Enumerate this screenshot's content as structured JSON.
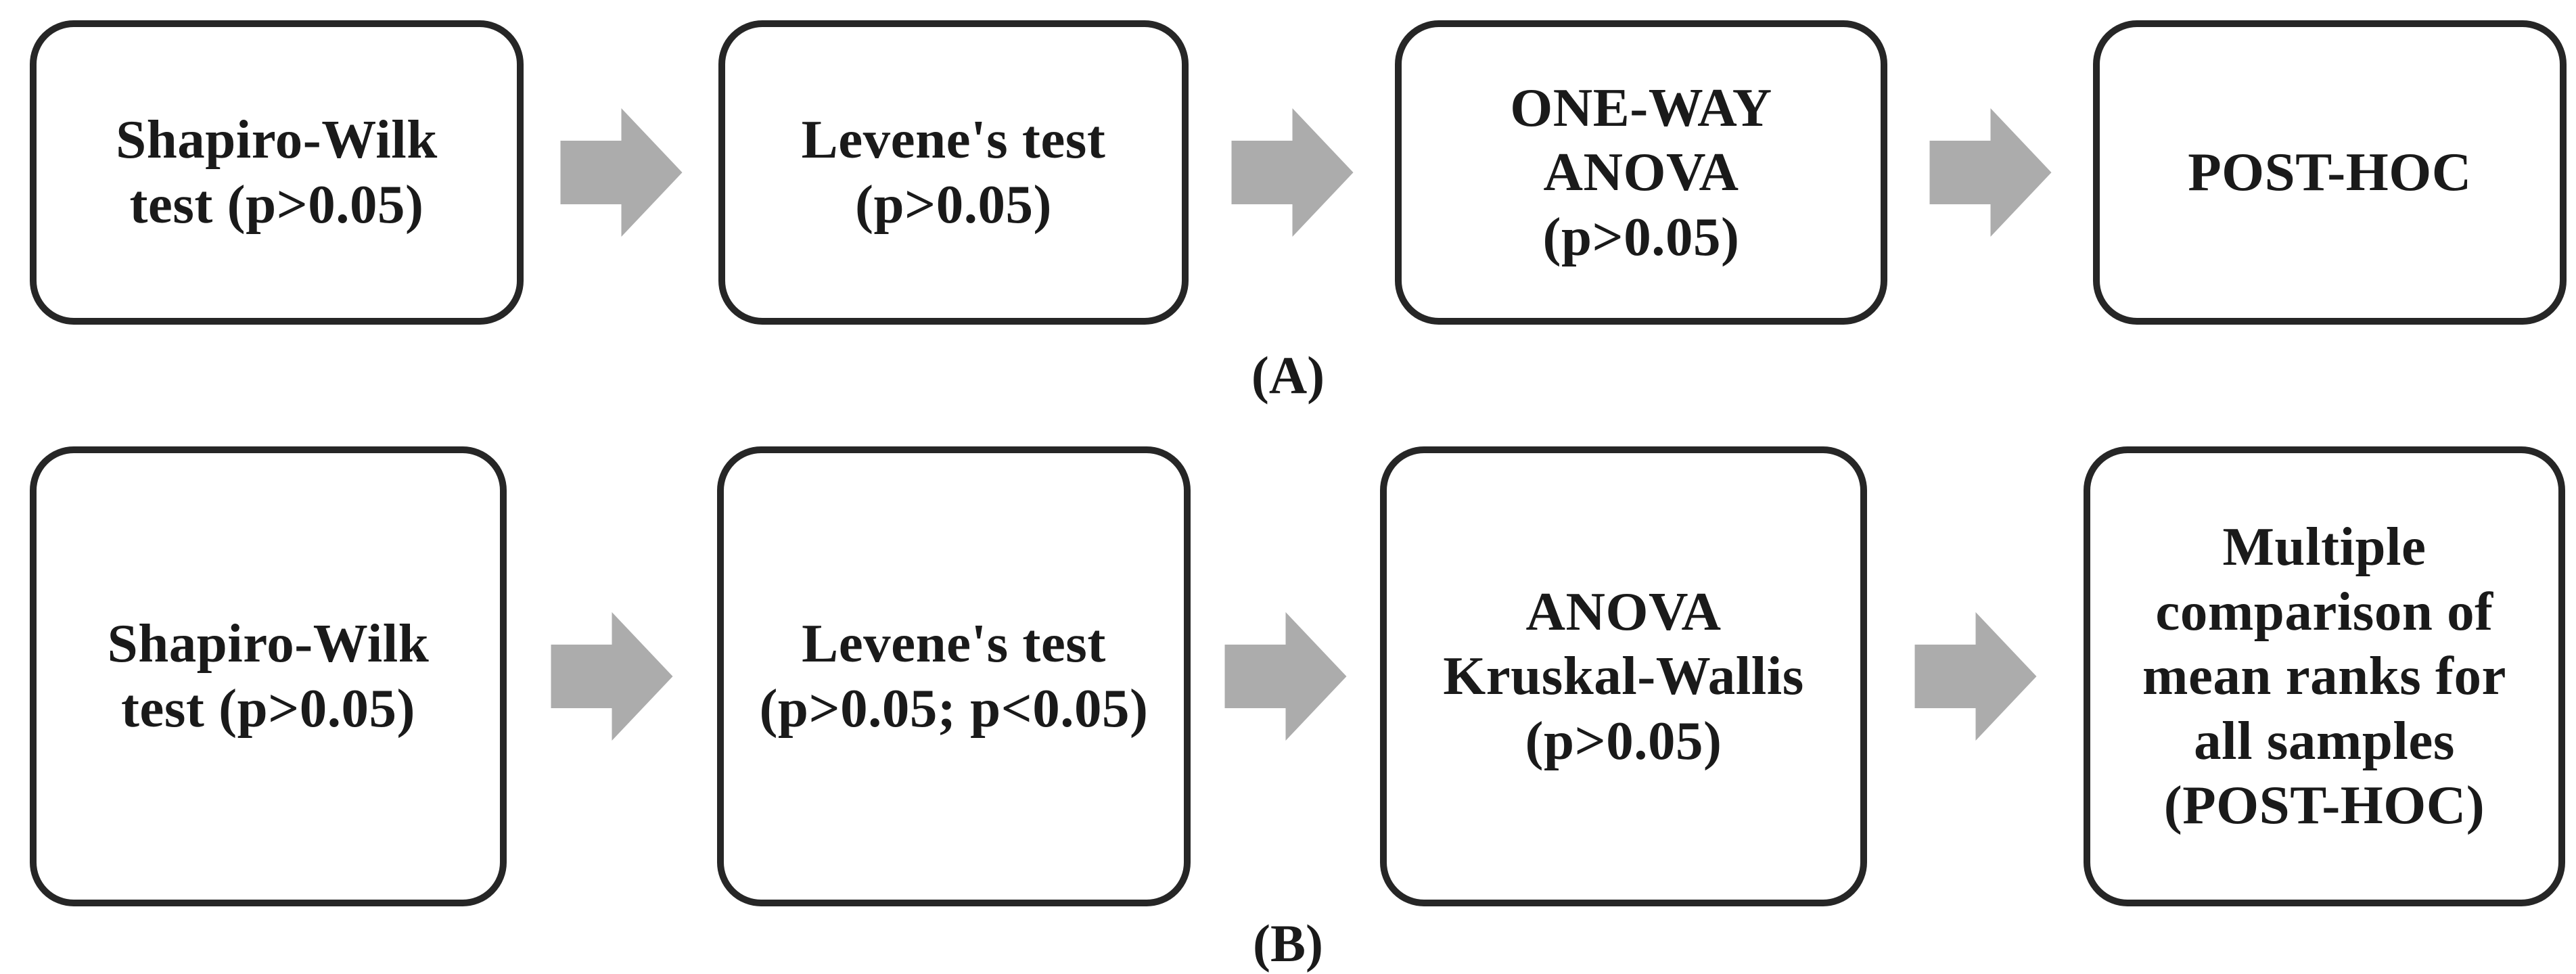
{
  "figure": {
    "background_color": "#ffffff",
    "box_border_color": "#262626",
    "text_color": "#1a1a1a",
    "arrow_color": "#acacac",
    "rows": [
      {
        "label": "(A)",
        "boxes": [
          {
            "text": "Shapiro-Wilk\ntest (p>0.05)"
          },
          {
            "text": "Levene's test\n(p>0.05)"
          },
          {
            "text": "ONE-WAY\nANOVA\n(p>0.05)"
          },
          {
            "text": "POST-HOC"
          }
        ]
      },
      {
        "label": "(B)",
        "boxes": [
          {
            "text": "Shapiro-Wilk\ntest (p>0.05)"
          },
          {
            "text": "Levene's test\n(p>0.05; p<0.05)"
          },
          {
            "text": "ANOVA\nKruskal-Wallis\n(p>0.05)"
          },
          {
            "text": "Multiple\ncomparison of\nmean ranks for\nall samples\n(POST-HOC)"
          }
        ]
      }
    ]
  }
}
